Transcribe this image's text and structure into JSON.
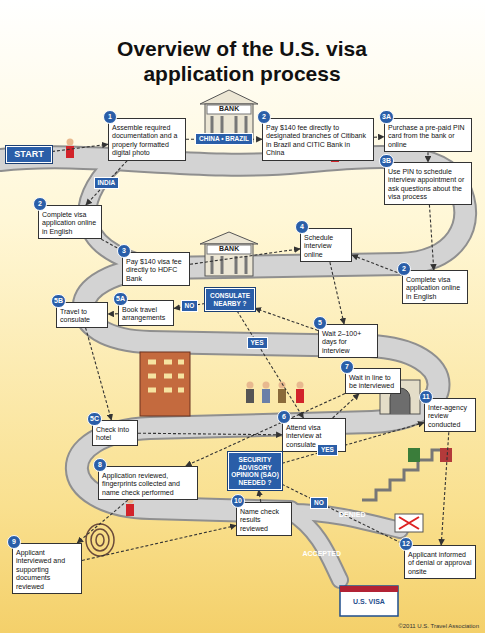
{
  "diagram": {
    "title": "Overview of the U.S. visa application process",
    "caption": "©2011 U.S. Travel Association",
    "nodes": [
      {
        "text": [
          "START"
        ]
      },
      {
        "text": [
          "1",
          "Assemble required documentation and a properly formatted digital photo"
        ]
      },
      {
        "text": [
          "2",
          "Complete visa application online in English"
        ]
      },
      {
        "text": [
          "3",
          "Pay $140 visa fee directly to HDFC Bank"
        ]
      },
      {
        "text": [
          "2",
          "Pay $140 fee directly to designated branches of Citibank in Brazil and CITIC Bank in China"
        ]
      },
      {
        "text": [
          "3A",
          "Purchase a pre-paid PIN card from the bank or online"
        ]
      },
      {
        "text": [
          "3B",
          "Use PIN to schedule interview appointment or ask questions about the visa process"
        ]
      },
      {
        "text": [
          "2",
          "Complete visa application online in English"
        ]
      },
      {
        "text": [
          "4",
          "Schedule interview online"
        ]
      },
      {
        "text": [
          "5",
          "Wait 2–100+ days for interview"
        ]
      },
      {
        "text": [
          "CONSULATE NEARBY ?"
        ]
      },
      {
        "text": [
          "5A",
          "Book travel arrangements"
        ]
      },
      {
        "text": [
          "5B",
          "Travel to consulate"
        ]
      },
      {
        "text": [
          "5C",
          "Check into hotel"
        ]
      },
      {
        "text": [
          "6",
          "Attend visa interview at consulate"
        ]
      },
      {
        "text": [
          "7",
          "Wait in line to be interviewed"
        ]
      },
      {
        "text": [
          "8",
          "Application reviewed, fingerprints collected and name check performed"
        ]
      },
      {
        "text": [
          "9",
          "Applicant interviewed and supporting documents reviewed"
        ]
      },
      {
        "text": [
          "10",
          "Name check results reviewed"
        ]
      },
      {
        "text": [
          "SECURITY ADVISORY OPINION (SAO) NEEDED ?"
        ]
      },
      {
        "text": [
          "11",
          "Inter-agency review conducted"
        ]
      },
      {
        "text": [
          "12",
          "Applicant informed of denial or approval onsite"
        ]
      }
    ],
    "edges": [
      {
        "from": 0,
        "to": 1,
        "arrow": "to"
      },
      {
        "from": 1,
        "to": 2,
        "label": "INDIA",
        "arrow": "to"
      },
      {
        "from": 1,
        "to": 4,
        "label": "CHINA • BRAZIL",
        "arrow": "to"
      },
      {
        "from": 2,
        "to": 3,
        "arrow": "to"
      },
      {
        "from": 3,
        "to": 8,
        "arrow": "to"
      },
      {
        "from": 4,
        "to": 5,
        "arrow": "to"
      },
      {
        "from": 5,
        "to": 6,
        "arrow": "to"
      },
      {
        "from": 6,
        "to": 7,
        "arrow": "to"
      },
      {
        "from": 7,
        "to": 8,
        "arrow": "to"
      },
      {
        "from": 8,
        "to": 9,
        "arrow": "to"
      },
      {
        "from": 9,
        "to": 10,
        "arrow": "to"
      },
      {
        "from": 10,
        "to": 11,
        "label": "NO",
        "arrow": "to"
      },
      {
        "from": 11,
        "to": 12,
        "arrow": "to"
      },
      {
        "from": 12,
        "to": 13,
        "arrow": "to"
      },
      {
        "from": 13,
        "to": 14,
        "arrow": "to"
      },
      {
        "from": 10,
        "to": 14,
        "label": "YES",
        "arrow": "to"
      },
      {
        "from": 14,
        "to": 15,
        "arrow": "to"
      },
      {
        "from": 15,
        "to": 16,
        "arrow": "to"
      },
      {
        "from": 16,
        "to": 17,
        "arrow": "to"
      },
      {
        "from": 17,
        "to": 18,
        "arrow": "to"
      },
      {
        "from": 18,
        "to": 19,
        "arrow": "to"
      },
      {
        "from": 19,
        "to": 20,
        "label": "YES",
        "arrow": "to"
      },
      {
        "from": 19,
        "to": 21,
        "label": "NO",
        "arrow": "to"
      },
      {
        "from": 20,
        "to": 21,
        "arrow": "to"
      }
    ],
    "labels": [
      "BANK",
      "BANK",
      "DENIED",
      "ACCEPTED",
      "U.S. VISA"
    ]
  }
}
